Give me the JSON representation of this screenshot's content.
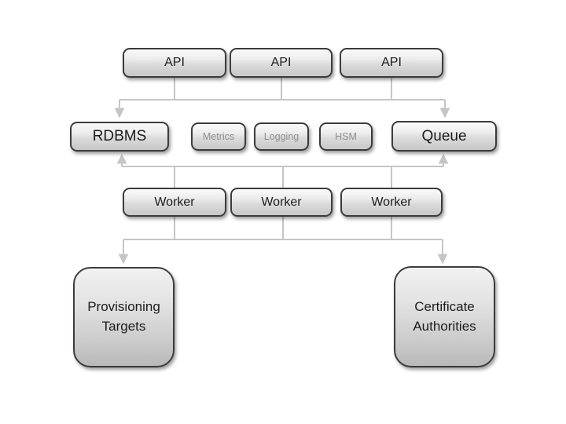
{
  "diagram": {
    "type": "architecture-flowchart",
    "background_color": "#ffffff",
    "connector_color": "#c5c5c5",
    "node_border_color": "#3b3b3b",
    "node_fill_top": "#fafafa",
    "node_fill_bottom": "#c7c7c7",
    "text_color": "#1c1c1c",
    "muted_text_color": "#8f8f8f",
    "nodes": {
      "api_1": {
        "label": "API"
      },
      "api_2": {
        "label": "API"
      },
      "api_3": {
        "label": "API"
      },
      "rdbms": {
        "label": "RDBMS"
      },
      "metrics": {
        "label": "Metrics"
      },
      "logging": {
        "label": "Logging"
      },
      "hsm": {
        "label": "HSM"
      },
      "queue": {
        "label": "Queue"
      },
      "worker_1": {
        "label": "Worker"
      },
      "worker_2": {
        "label": "Worker"
      },
      "worker_3": {
        "label": "Worker"
      },
      "provisioning_targets": {
        "label": "Provisioning Targets"
      },
      "certificate_authorities": {
        "label": "Certificate Authorities"
      }
    },
    "edges": [
      {
        "from": "api_1",
        "to": "rdbms_queue_bus",
        "arrow": false
      },
      {
        "from": "api_2",
        "to": "rdbms_queue_bus",
        "arrow": false
      },
      {
        "from": "api_3",
        "to": "rdbms_queue_bus",
        "arrow": false
      },
      {
        "from": "api_bus",
        "to": "rdbms",
        "arrow": true,
        "direction": "down"
      },
      {
        "from": "api_bus",
        "to": "queue",
        "arrow": true,
        "direction": "down"
      },
      {
        "from": "worker_1",
        "to": "upper_bus",
        "arrow": false
      },
      {
        "from": "worker_2",
        "to": "upper_bus",
        "arrow": false
      },
      {
        "from": "worker_3",
        "to": "upper_bus",
        "arrow": false
      },
      {
        "from": "worker_bus",
        "to": "rdbms",
        "arrow": true,
        "direction": "up"
      },
      {
        "from": "worker_bus",
        "to": "queue",
        "arrow": true,
        "direction": "up"
      },
      {
        "from": "worker_1",
        "to": "lower_bus",
        "arrow": false
      },
      {
        "from": "worker_2",
        "to": "lower_bus",
        "arrow": false
      },
      {
        "from": "worker_3",
        "to": "lower_bus",
        "arrow": false
      },
      {
        "from": "lower_bus",
        "to": "provisioning_targets",
        "arrow": true,
        "direction": "down"
      },
      {
        "from": "lower_bus",
        "to": "certificate_authorities",
        "arrow": true,
        "direction": "down"
      }
    ]
  }
}
